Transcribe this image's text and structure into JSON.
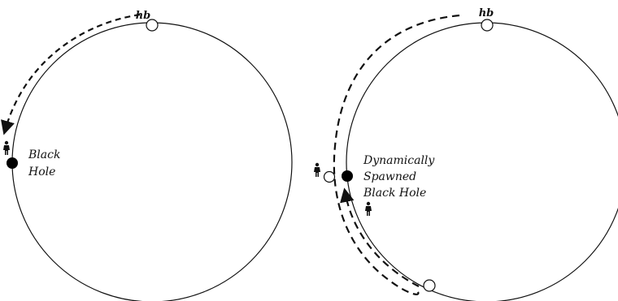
{
  "left_panel": {
    "top_node_label": "hb",
    "hole_label_line1": "Black",
    "hole_label_line2": "Hole"
  },
  "right_panel": {
    "top_node_label": "hb",
    "hole_label_line1": "Dynamically",
    "hole_label_line2": "Spawned",
    "hole_label_line3": "Black Hole"
  },
  "colors": {
    "stroke": "#111111",
    "background": "#ffffff",
    "black_hole_fill": "#000000",
    "node_fill": "#ffffff"
  },
  "icons": [
    "person-icon"
  ]
}
